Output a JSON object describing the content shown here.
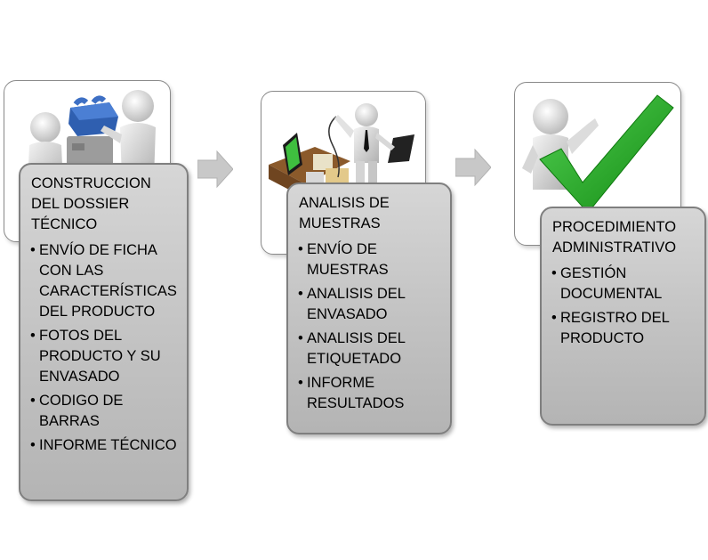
{
  "colors": {
    "card_fill": "#c4c4c4",
    "card_border": "#7f7f7f",
    "arrow_fill": "#c8c8c8",
    "check_green": "#1fa21f"
  },
  "steps": [
    {
      "image_icon": "figures-assembling-puzzle-icon",
      "title": "CONSTRUCCION DEL DOSSIER TÉCNICO",
      "items": [
        "ENVÍO DE FICHA CON LAS CARACTERÍSTICAS DEL PRODUCTO",
        "FOTOS DEL PRODUCTO Y SU ENVASADO",
        "CODIGO DE BARRAS",
        "INFORME TÉCNICO"
      ]
    },
    {
      "image_icon": "figure-with-devices-icon",
      "title": "ANALISIS DE MUESTRAS",
      "items": [
        "ENVÍO DE MUESTRAS",
        "ANALISIS DEL ENVASADO",
        "ANALISIS DEL ETIQUETADO",
        "INFORME RESULTADOS"
      ]
    },
    {
      "image_icon": "figure-with-checkmark-icon",
      "title": "PROCEDIMIENTO ADMINISTRATIVO",
      "items": [
        "GESTIÓN DOCUMENTAL",
        "REGISTRO DEL PRODUCTO"
      ]
    }
  ]
}
